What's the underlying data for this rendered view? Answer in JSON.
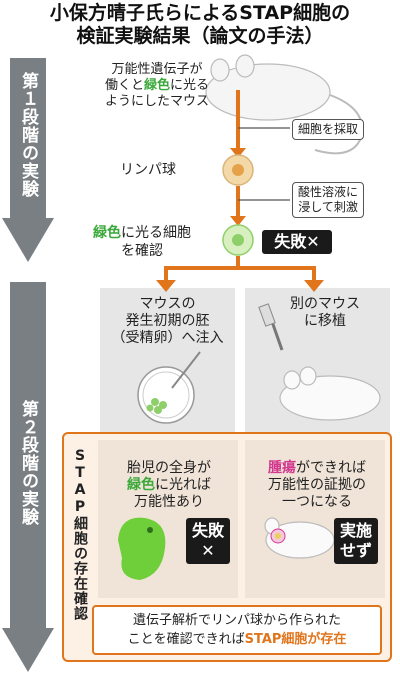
{
  "title": {
    "line1": "小保方晴子氏らによるSTAP細胞の",
    "line2": "検証実験結果（論文の手法）"
  },
  "stages": {
    "stage1": "第１段階の実験",
    "stage2": "第２段階の実験"
  },
  "stage1": {
    "mouse_line1": "万能性遺伝子が",
    "mouse_line2_pre": "働くと",
    "mouse_line2_green": "緑色",
    "mouse_line2_post": "に光る",
    "mouse_line3": "ようにしたマウス",
    "collect_cells": "細胞を採取",
    "lymphocyte": "リンパ球",
    "acid_line1": "酸性溶液に",
    "acid_line2": "浸して刺激",
    "glow_green": "緑色",
    "glow_post": "に光る細胞",
    "glow_line2": "を確認",
    "fail_badge": "失敗✕"
  },
  "stage2": {
    "left_line1": "マウスの",
    "left_line2": "発生初期の胚",
    "left_line3": "（受精卵）へ注入",
    "right_line1": "別のマウス",
    "right_line2": "に移植"
  },
  "confirm": {
    "label": "STAP細胞の存在確認",
    "fetus_line1": "胎児の全身が",
    "fetus_green": "緑色",
    "fetus_line2_post": "に光れば",
    "fetus_line3": "万能性あり",
    "fetus_badge_line1": "失敗",
    "fetus_badge_line2": "✕",
    "tumor_pink": "腫瘍",
    "tumor_line1_post": "ができれば",
    "tumor_line2": "万能性の証拠の",
    "tumor_line3": "一つになる",
    "tumor_badge_line1": "実施",
    "tumor_badge_line2": "せず",
    "result_line1": "遺伝子解析でリンパ球から作られた",
    "result_line2_pre": "ことを確認できれば",
    "result_line2_orange": "STAP細胞が存在"
  },
  "colors": {
    "stage_arrow": "#7a7f84",
    "accent_orange": "#e0751c",
    "green": "#3aa83a",
    "pink": "#d3388f",
    "panel_gray": "#e6e6e6"
  }
}
